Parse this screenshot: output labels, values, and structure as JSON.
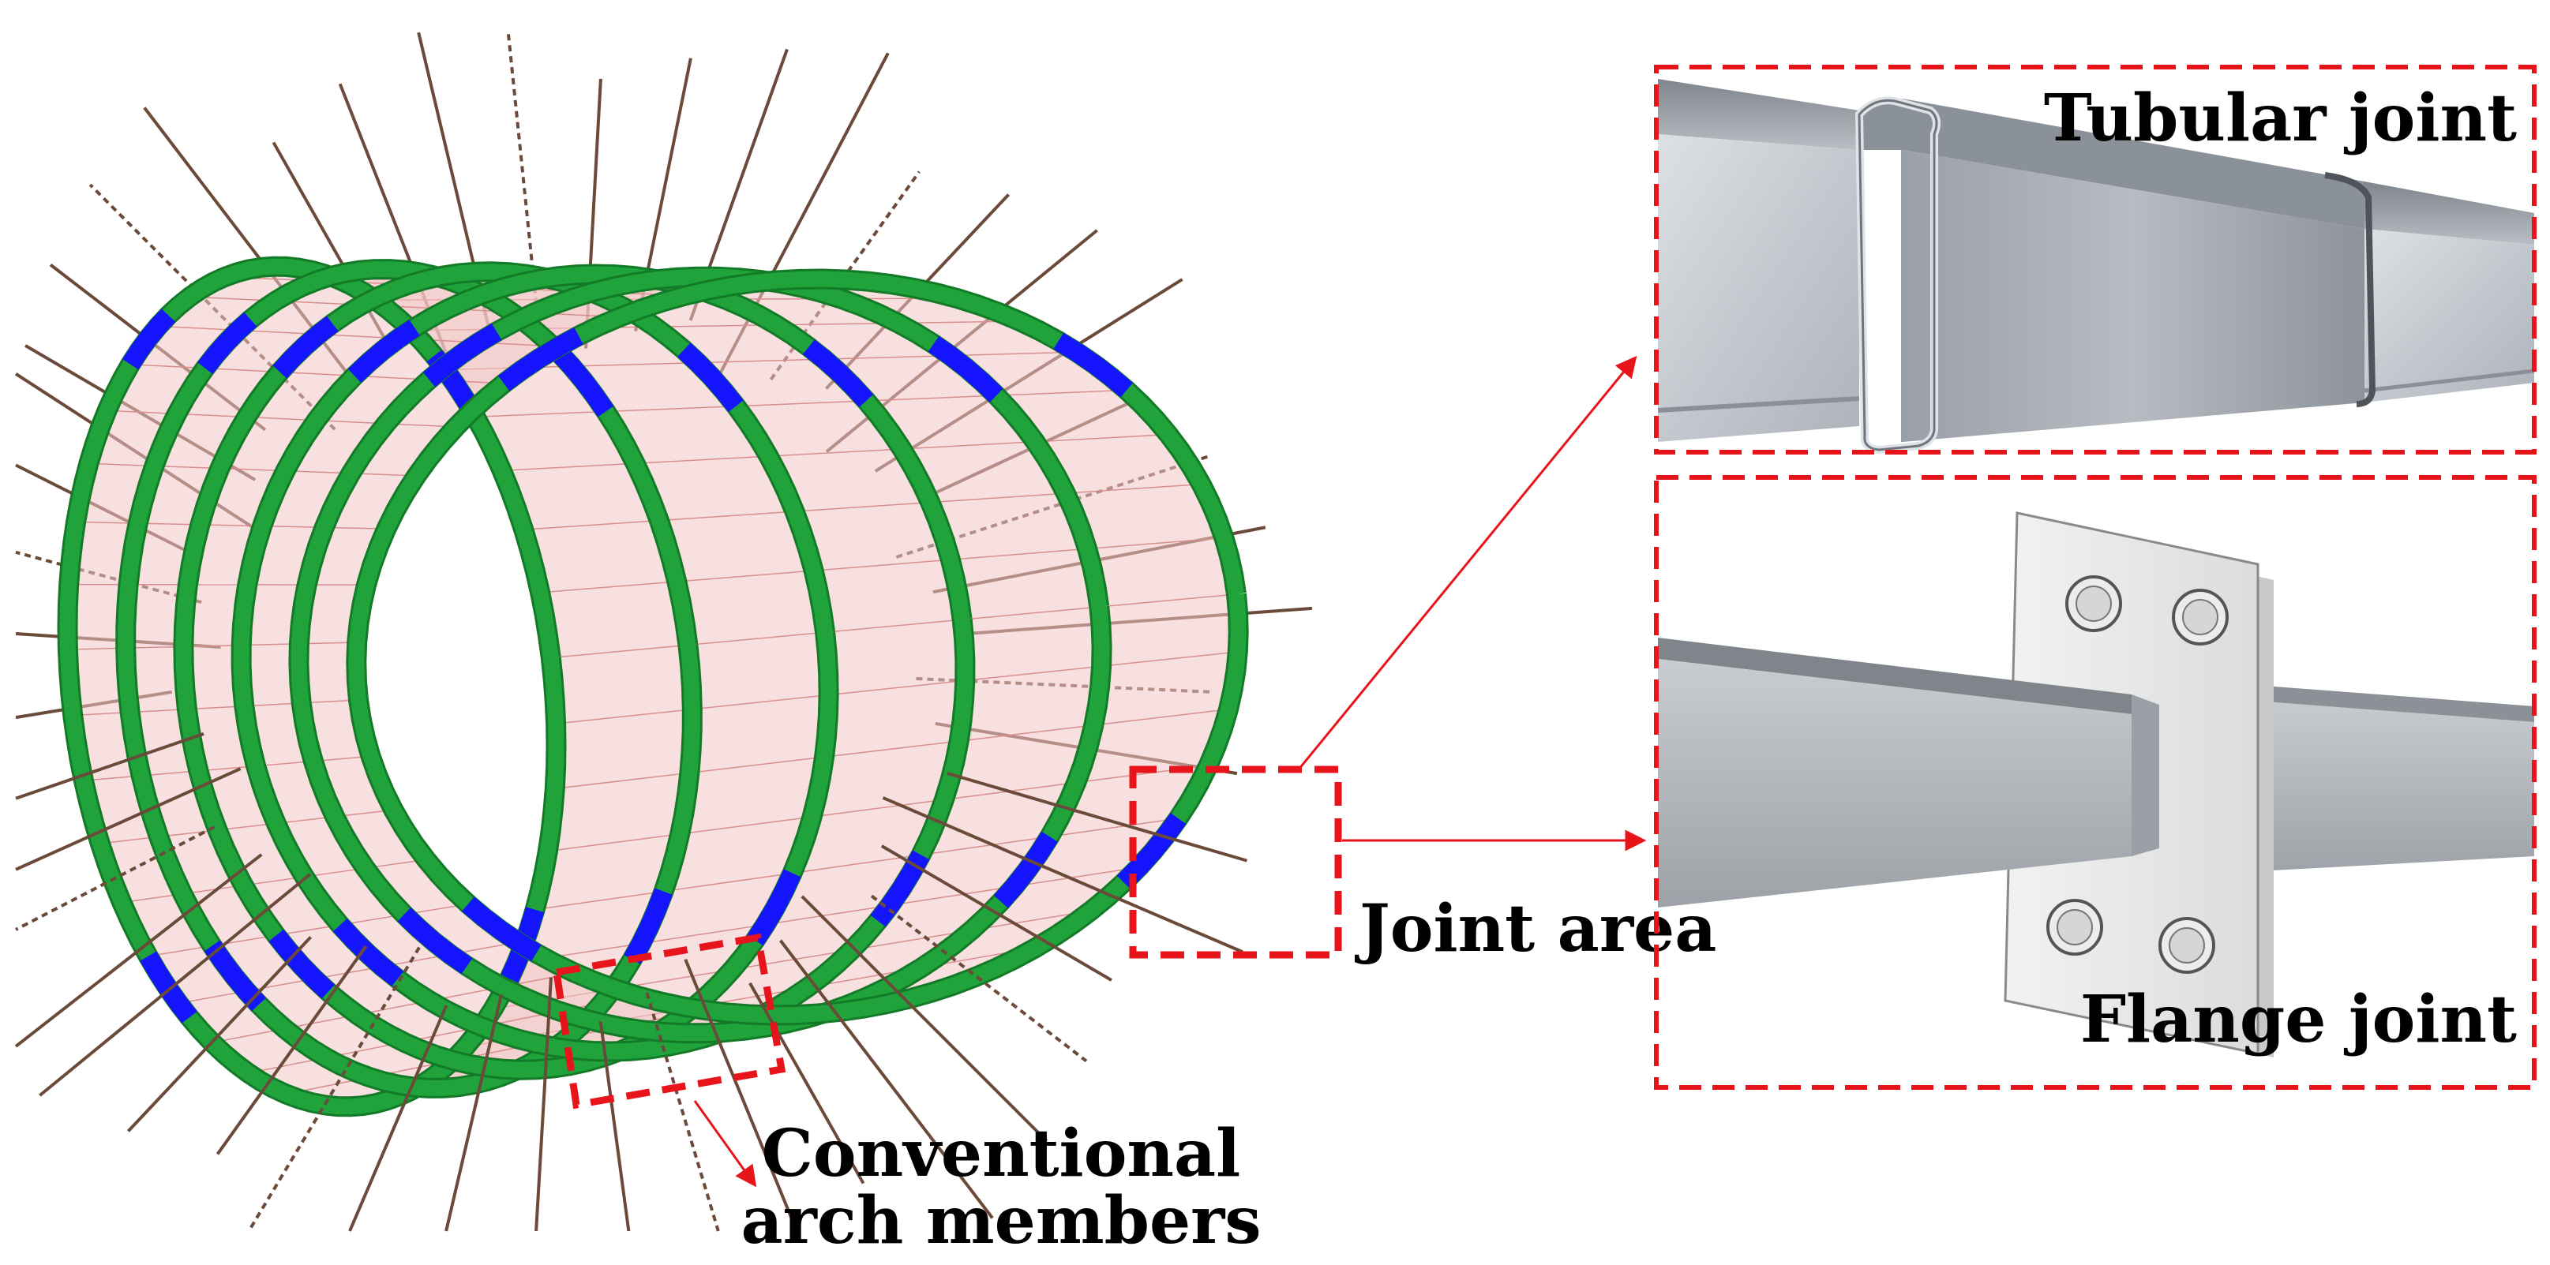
{
  "labels": {
    "tubular_joint": "Tubular joint",
    "flange_joint": "Flange joint",
    "joint_area": "Joint area",
    "conventional_line1": "Conventional",
    "conventional_line2": "arch members"
  },
  "colors": {
    "arch_green": "#1fa33a",
    "joint_blue": "#1414ff",
    "mesh_pink": "#f2c6c6",
    "bolt_brown": "#6b4a3a",
    "annotation_red": "#e8141b",
    "steel_light": "#c8cdd3",
    "steel_dark": "#8a9097",
    "plate_gray": "#e4e4e4"
  },
  "icons": [
    "arch-ring-icon",
    "rock-bolt-icon",
    "bolt-hole-icon",
    "arrow-icon"
  ]
}
